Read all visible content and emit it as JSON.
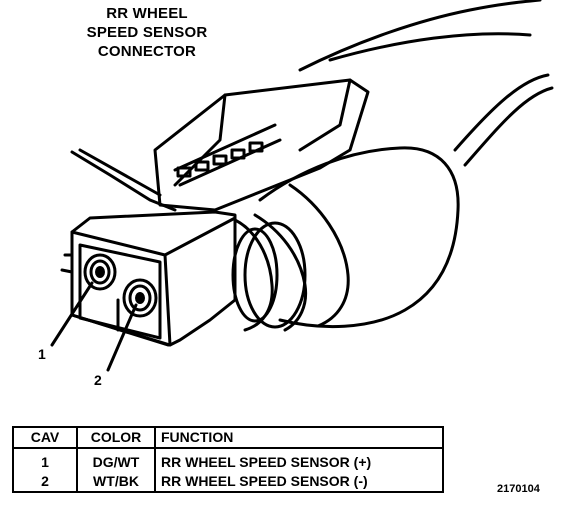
{
  "title": {
    "line1": "RR WHEEL",
    "line2": "SPEED SENSOR",
    "line3": "CONNECTOR"
  },
  "callouts": {
    "pin1": "1",
    "pin2": "2"
  },
  "table": {
    "headers": {
      "cav": "CAV",
      "color": "COLOR",
      "function": "FUNCTION"
    },
    "rows": [
      {
        "cav": "1",
        "color": "DG/WT",
        "function": "RR WHEEL SPEED SENSOR (+)"
      },
      {
        "cav": "2",
        "color": "WT/BK",
        "function": "RR WHEEL SPEED SENSOR (-)"
      }
    ]
  },
  "figure_id": "2170104"
}
